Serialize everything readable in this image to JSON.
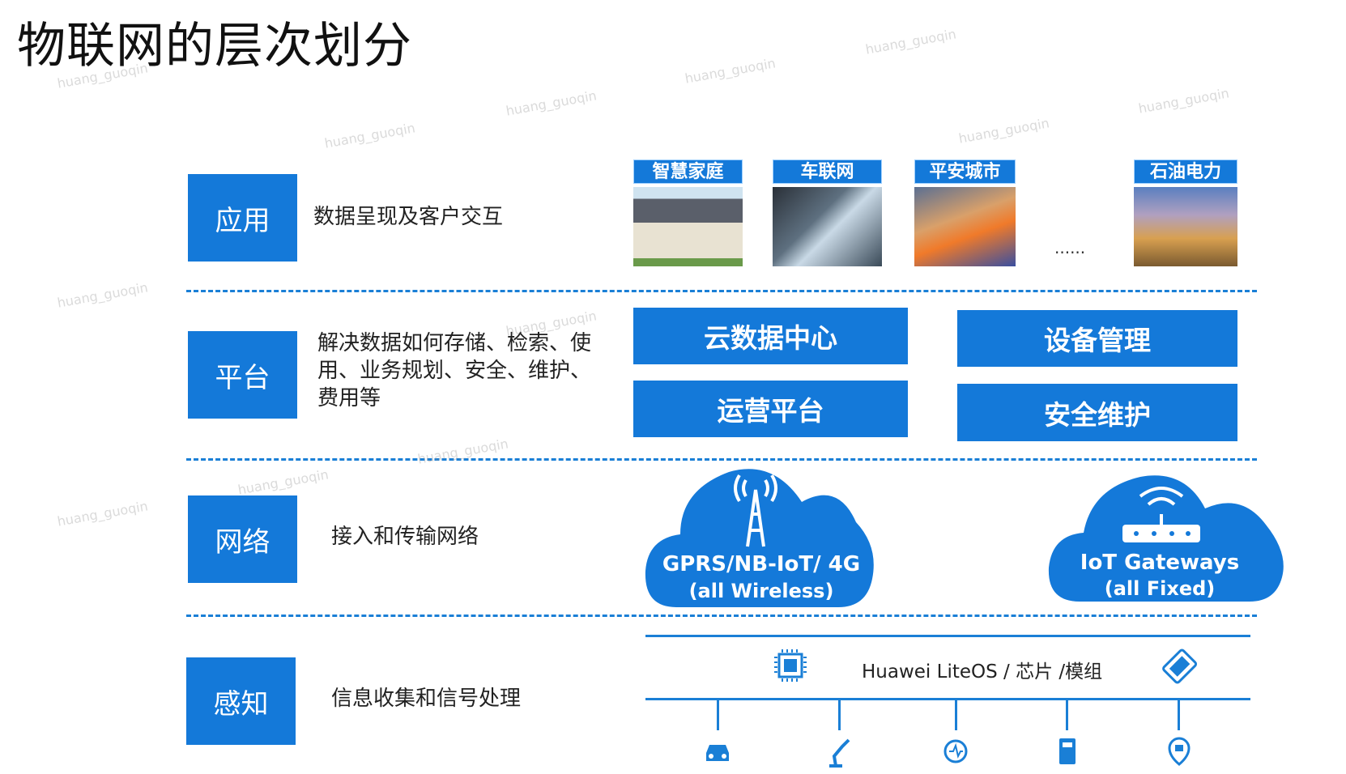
{
  "title": "物联网的层次划分",
  "layers": [
    {
      "label": "应用",
      "desc": "数据呈现及客户交互"
    },
    {
      "label": "平台",
      "desc": "解决数据如何存储、检索、使用、业务规划、安全、维护、费用等"
    },
    {
      "label": "网络",
      "desc": "接入和传输网络"
    },
    {
      "label": "感知",
      "desc": "信息收集和信号处理"
    }
  ],
  "apps": [
    "智慧家庭",
    "车联网",
    "平安城市",
    "石油电力"
  ],
  "apps_ellipsis": "......",
  "platform": [
    "云数据中心",
    "运营平台",
    "设备管理",
    "安全维护"
  ],
  "network": {
    "wireless": {
      "line1": "GPRS/NB-IoT/ 4G",
      "line2": "(all Wireless)"
    },
    "fixed": {
      "line1": "IoT Gateways",
      "line2": "(all Fixed)"
    }
  },
  "perception_bar": "Huawei LiteOS / 芯片 /模组",
  "watermark": "huang_guoqin",
  "colors": {
    "accent": "#1479d9"
  }
}
